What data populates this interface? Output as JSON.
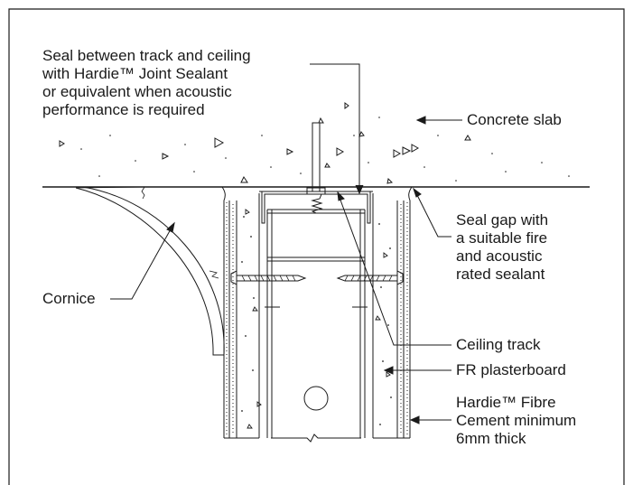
{
  "labels": {
    "seal_track": [
      "Seal between track and ceiling",
      "with Hardie™ Joint Sealant",
      "or equivalent when acoustic",
      "performance is required"
    ],
    "concrete_slab": "Concrete slab",
    "seal_gap": [
      "Seal gap with",
      "a suitable fire",
      "and acoustic",
      "rated sealant"
    ],
    "cornice": "Cornice",
    "ceiling_track": "Ceiling track",
    "fr_plasterboard": "FR plasterboard",
    "fibre_cement": [
      "Hardie™ Fibre",
      "Cement minimum",
      "6mm thick"
    ]
  },
  "colors": {
    "line": "#1a1a1a",
    "fill": "#ffffff"
  }
}
